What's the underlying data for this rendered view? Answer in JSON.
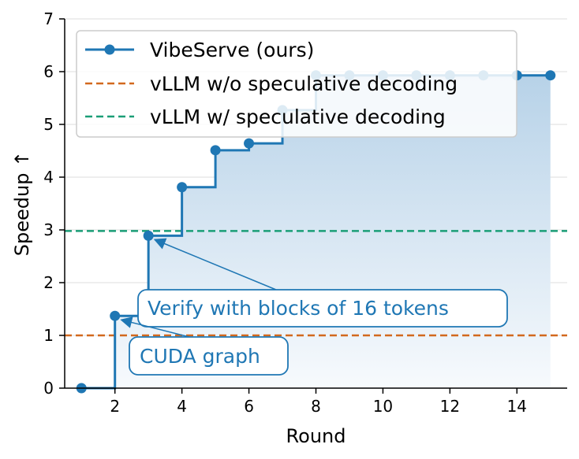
{
  "chart_data": {
    "type": "line",
    "xlabel": "Round",
    "ylabel": "Speedup ↑",
    "xlim": [
      0.5,
      15.5
    ],
    "ylim": [
      0,
      7
    ],
    "xticks": [
      2,
      4,
      6,
      8,
      10,
      12,
      14
    ],
    "yticks": [
      0,
      1,
      2,
      3,
      4,
      5,
      6,
      7
    ],
    "grid": "horizontal",
    "legend_position": "top-left",
    "series": [
      {
        "name": "VibeServe (ours)",
        "style": "step-post-with-markers",
        "color": "#1f77b4",
        "x": [
          1,
          2,
          3,
          4,
          5,
          6,
          7,
          8,
          9,
          10,
          11,
          12,
          13,
          14,
          15
        ],
        "y": [
          0,
          1.37,
          2.89,
          3.81,
          4.51,
          4.64,
          5.27,
          5.93,
          5.93,
          5.93,
          5.93,
          5.93,
          5.93,
          5.93,
          5.93
        ]
      }
    ],
    "reference_lines": [
      {
        "name": "vLLM w/o speculative decoding",
        "y": 1.0,
        "color": "#d2691e",
        "style": "dashed"
      },
      {
        "name": "vLLM w/ speculative decoding",
        "y": 2.98,
        "color": "#1a9e77",
        "style": "dashed"
      }
    ],
    "annotations": [
      {
        "text": "Verify with blocks of 16 tokens",
        "points_to": [
          3,
          2.89
        ]
      },
      {
        "text": "CUDA graph",
        "points_to": [
          2,
          1.37
        ]
      }
    ]
  },
  "colors": {
    "series": "#1f77b4",
    "fill_top": "#b7d2e8",
    "fill_bottom": "#f7fafd",
    "grid": "#dddddd",
    "annotation": "#1f77b4"
  }
}
